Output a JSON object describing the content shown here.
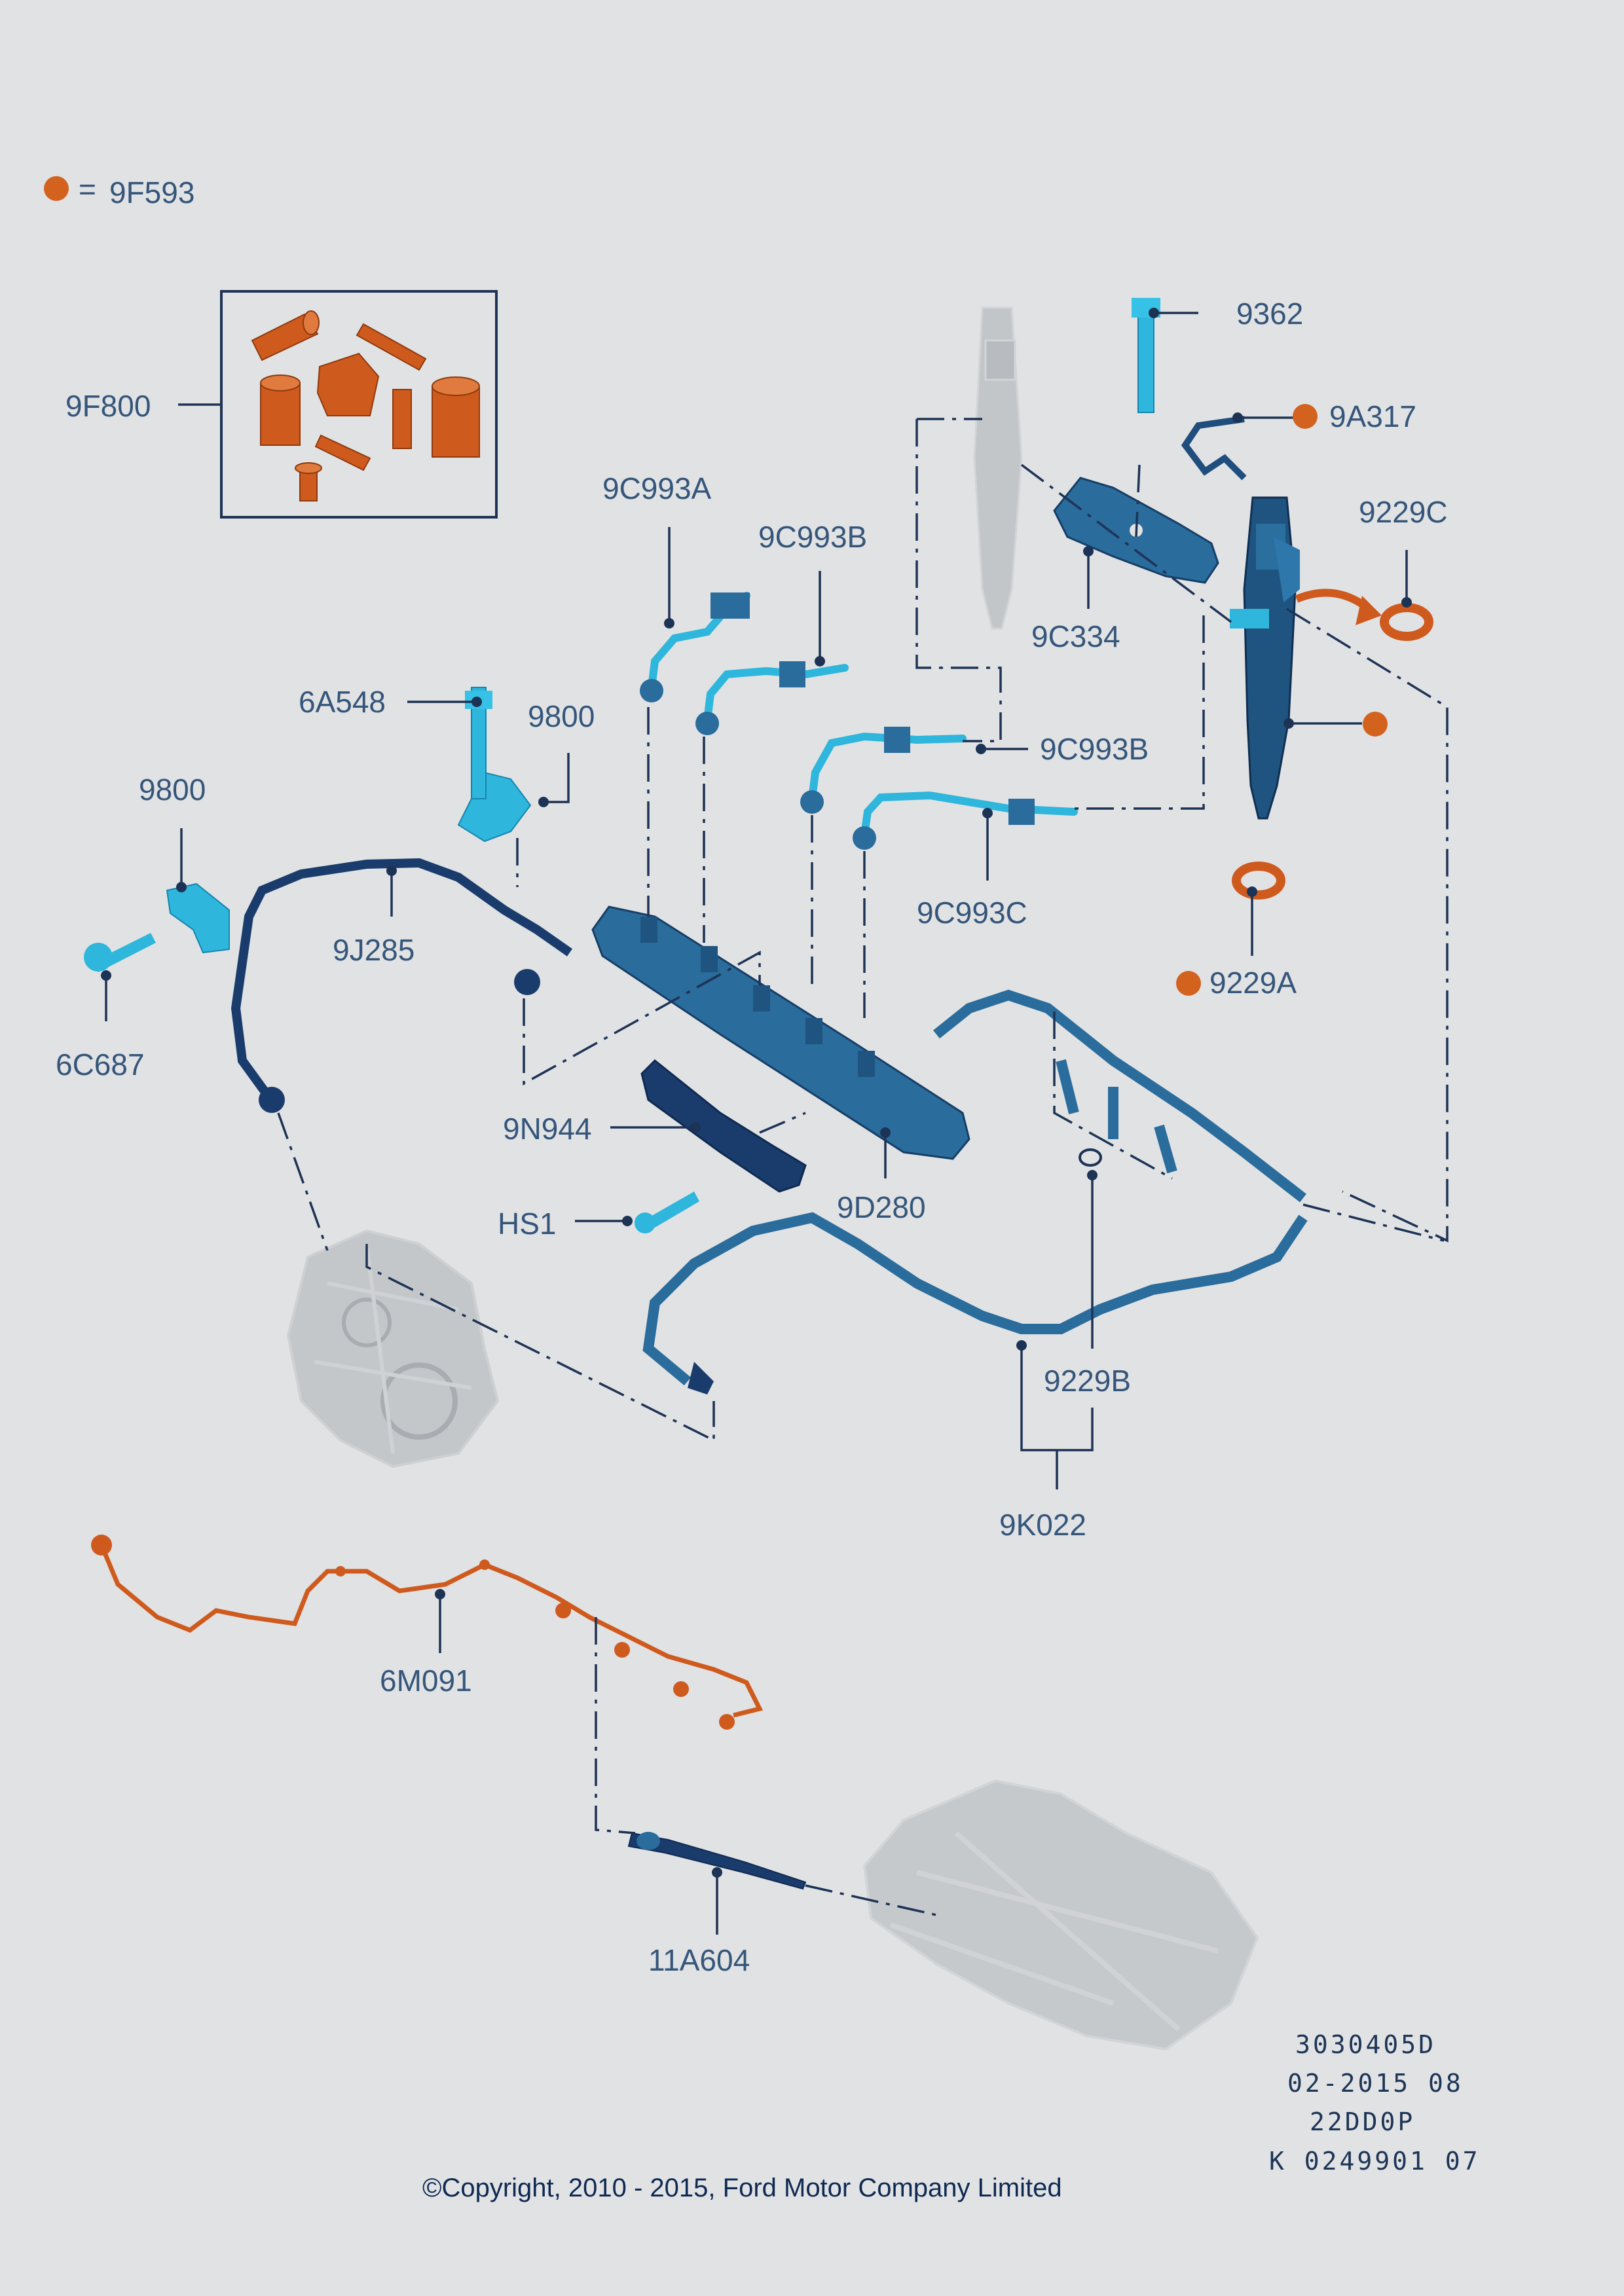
{
  "legend": {
    "marker_color": "#d4621f",
    "equals": "=",
    "label": "9F593"
  },
  "colors": {
    "light_part": "#2eb6dc",
    "mid_part": "#2a6c9c",
    "dark_part": "#1a3c6c",
    "orange_part": "#cf5a1d",
    "ghost_part": "#b9bcc0",
    "leader": "#1d3355",
    "label_text": "#35567a"
  },
  "labels": {
    "p9f800": "9F800",
    "p9362": "9362",
    "p9a317": "9A317",
    "p9229c": "9229C",
    "p9c993a": "9C993A",
    "p9c993b_top": "9C993B",
    "p9c334": "9C334",
    "p6a548": "6A548",
    "p9800_upper": "9800",
    "p9c993b_mid": "9C993B",
    "p9800_left": "9800",
    "p9c993c": "9C993C",
    "p9j285": "9J285",
    "p9229a": "9229A",
    "p6c687": "6C687",
    "p9n944": "9N944",
    "phs1": "HS1",
    "p9d280": "9D280",
    "p9229b": "9229B",
    "p9k022": "9K022",
    "p6m091": "6M091",
    "p11a604": "11A604"
  },
  "doc_codes": {
    "line1": "3030405D",
    "line2": "02-2015 08",
    "line3": "22DD0P",
    "line4": "K 0249901 07"
  },
  "copyright": "©Copyright, 2010 - 2015, Ford Motor Company Limited"
}
